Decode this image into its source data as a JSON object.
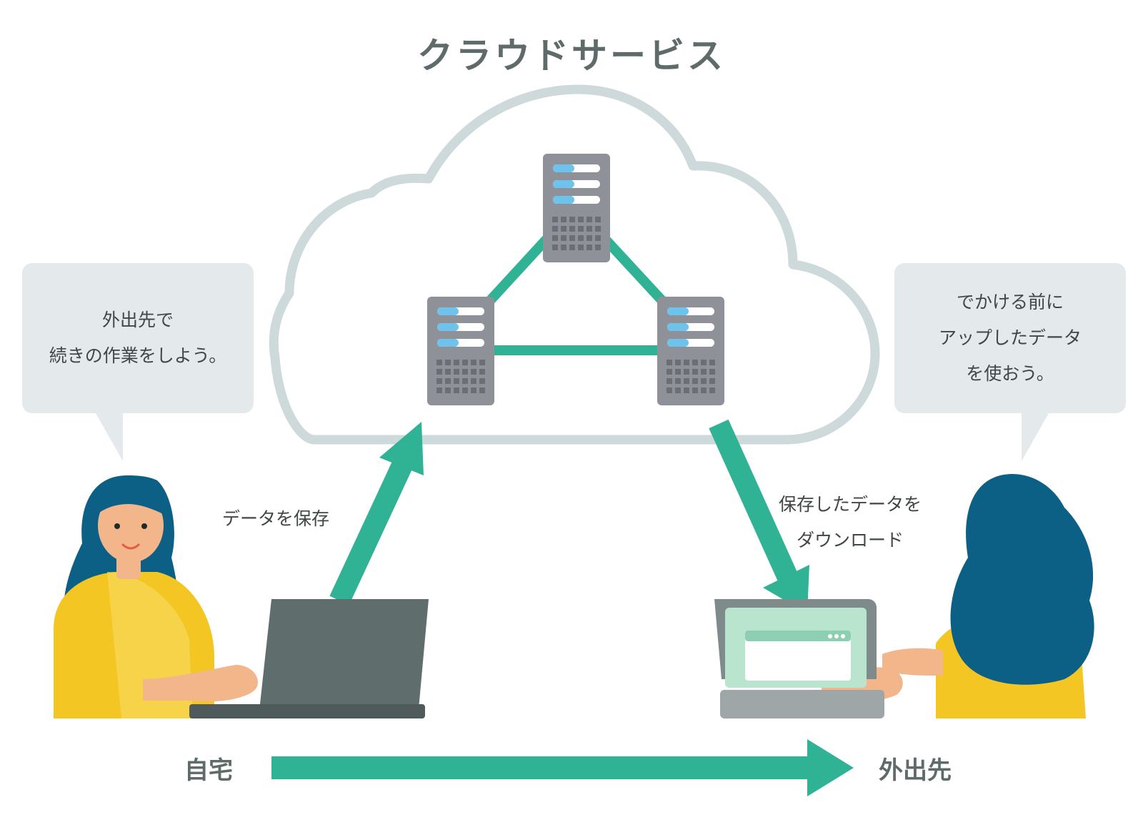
{
  "title": "クラウドサービス",
  "left_bubble": {
    "lines": [
      "外出先で",
      "続きの作業をしよう。"
    ]
  },
  "right_bubble": {
    "lines": [
      "でかける前に",
      "アップしたデータ",
      "を使おう。"
    ]
  },
  "upload_label": "データを保存",
  "download_label": {
    "lines": [
      "保存したデータを",
      "ダウンロード"
    ]
  },
  "places": {
    "from": "自宅",
    "to": "外出先"
  },
  "colors": {
    "arrow_green": "#2fb394",
    "cloud_outline": "#cdd9db",
    "server_body": "#8e9197",
    "server_slot_blue": "#6ec3ec",
    "hair": "#0c5f85",
    "shirt": "#f3c623",
    "skin": "#f3b58a",
    "laptop_dark": "#5f6d6c",
    "screen_green": "#b9e5cf",
    "text_dark": "#3f4747",
    "title_gray": "#5f6b6a",
    "bubble_bg": "#e4e9eb"
  },
  "icons": [
    "cloud-icon",
    "server-icon",
    "laptop-icon",
    "person-icon",
    "arrow-icon"
  ]
}
